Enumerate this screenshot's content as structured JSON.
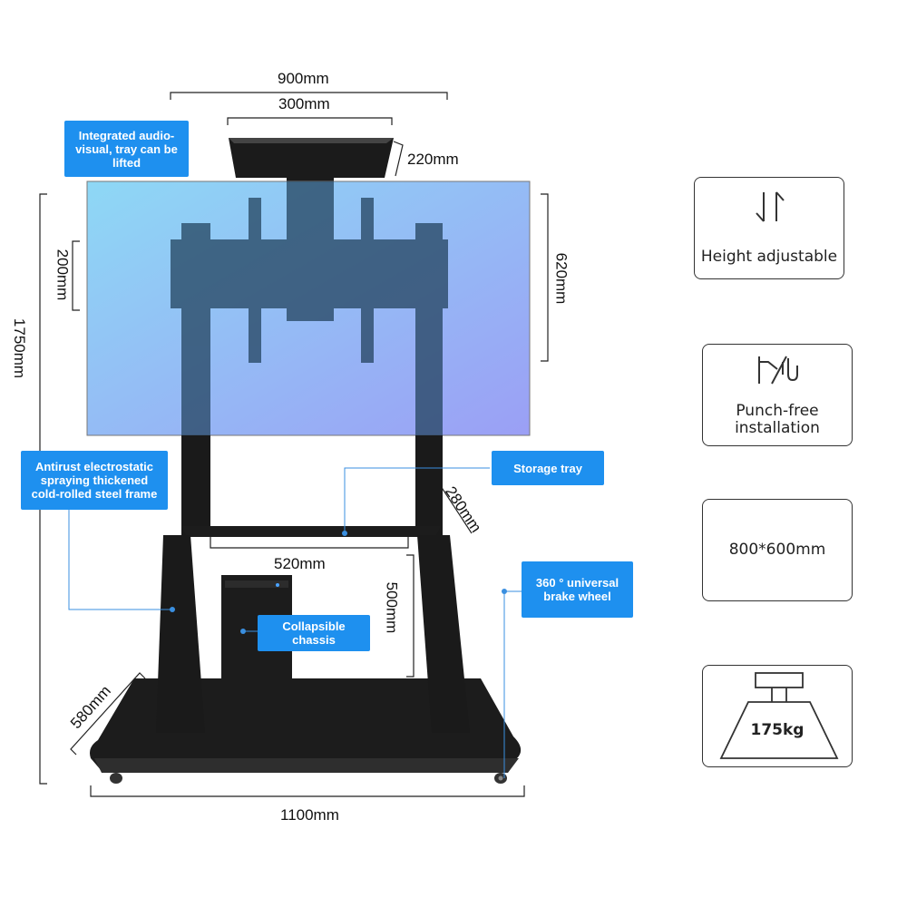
{
  "dimensions": {
    "tray_span": "900mm",
    "tray_width": "300mm",
    "tray_depth": "220mm",
    "total_height": "1750mm",
    "vesa_height": "200mm",
    "screen_height": "620mm",
    "shelf_depth": "280mm",
    "shelf_width": "520mm",
    "shelf_height": "500mm",
    "base_depth": "580mm",
    "base_width": "1100mm"
  },
  "callouts": {
    "av_tray": "Integrated audio-visual, tray can be lifted",
    "frame": "Antirust electrostatic spraying thickened cold-rolled steel frame",
    "storage_tray": "Storage tray",
    "brake_wheel": "360 ° universal brake wheel",
    "chassis": "Collapsible chassis"
  },
  "features": [
    {
      "label": "Height adjustable",
      "icon": "up-down-arrows-icon"
    },
    {
      "label": "Punch-free installation",
      "icon": "wall-mount-icon"
    },
    {
      "label": "800*600mm",
      "icon": ""
    },
    {
      "label": "175kg",
      "icon": "load-weight-icon"
    }
  ],
  "colors": {
    "callout_bg": "#1e90ef",
    "screen_top": "#8fd4f4",
    "screen_bottom": "#9aa8f4",
    "stand": "#1a1a1a"
  }
}
